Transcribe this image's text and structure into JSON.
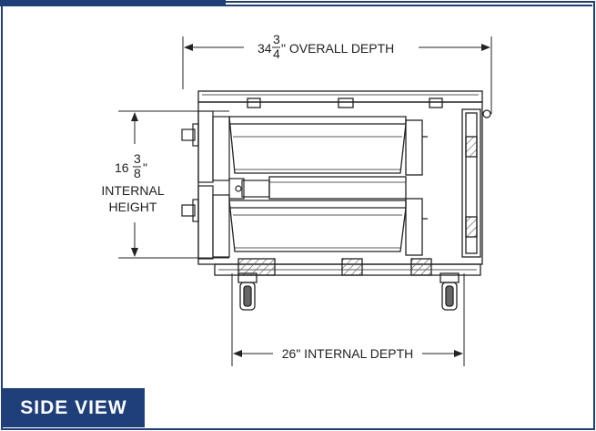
{
  "view_label": "SIDE VIEW",
  "colors": {
    "frame": "#1f3f7a",
    "line": "#222222"
  },
  "dimensions": {
    "overall_depth": {
      "whole": "34",
      "num": "3",
      "den": "4",
      "text": "\" OVERALL DEPTH"
    },
    "internal_height": {
      "whole": "16",
      "num": "3",
      "den": "8",
      "inch": "\"",
      "line1": "INTERNAL",
      "line2": "HEIGHT"
    },
    "internal_depth": {
      "text": "26\" INTERNAL DEPTH"
    }
  }
}
